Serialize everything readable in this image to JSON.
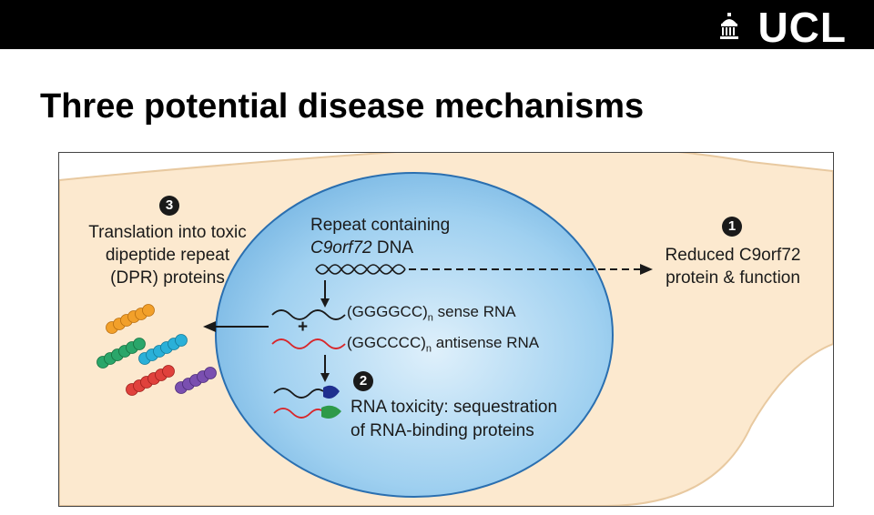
{
  "logo": {
    "text": "UCL"
  },
  "slide": {
    "title": "Three potential disease mechanisms"
  },
  "diagram": {
    "dna": {
      "label_line1": "Repeat containing",
      "gene": "C9orf72",
      "suffix": " DNA"
    },
    "mech1": {
      "number": "1",
      "line1": "Reduced C9orf72",
      "line2": "protein & function"
    },
    "mech2": {
      "number": "2",
      "line1": "RNA toxicity: sequestration",
      "line2": "of RNA-binding proteins"
    },
    "mech3": {
      "number": "3",
      "line1": "Translation into toxic",
      "line2": "dipeptide repeat",
      "line3": "(DPR) proteins"
    },
    "sense": {
      "repeat": "(GGGGCC)",
      "sub": "n",
      "label": " sense RNA"
    },
    "antisense": {
      "repeat": "(GGCCCC)",
      "sub": "n",
      "label": " antisense RNA"
    },
    "plus": "+"
  },
  "colors": {
    "cytoplasm": "#fce9cf",
    "nucleus": "#8cc7ee",
    "sense_rna": "#1a1a1a",
    "antisense_rna": "#d8262a",
    "protein_blue": "#1f2f8f",
    "protein_green": "#2e9a4a",
    "dpr": [
      "#f2a02a",
      "#2aa66a",
      "#2ab0d8",
      "#e0413c",
      "#7a4fb0"
    ]
  }
}
